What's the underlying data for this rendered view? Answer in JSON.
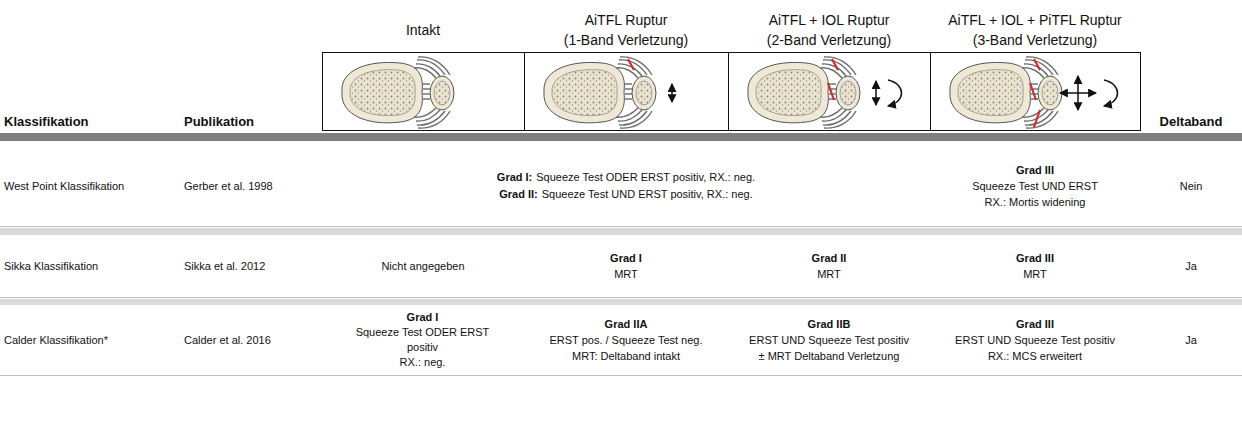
{
  "diagram": {
    "labels": [
      "Intakt",
      "AiTFL Ruptur",
      "(1-Band Verletzung)",
      "AiTFL + IOL Ruptur",
      "(2-Band Verletzung)",
      "AiTFL + IOL + PiTFL Ruptur",
      "(3-Band Verletzung)",
      "Klassifikation",
      "Publikation",
      "Deltaband",
      "West Point Klassifikation",
      "Gerber et al. 1998",
      "Grad I:",
      "Squeeze Test ODER ERST positiv, RX.: neg.",
      "Grad II:",
      "Squeeze Test UND ERST positiv, RX.: neg.",
      "Grad III",
      "Squeeze Test UND ERST",
      "RX.: Mortis widening",
      "Nein",
      "Sikka Klassifikation",
      "Sikka et al. 2012",
      "Nicht angegeben",
      "Grad I",
      "MRT",
      "Grad II",
      "MRT",
      "Grad III",
      "MRT",
      "Ja",
      "Calder Klassifikation*",
      "Calder et al. 2016",
      "Grad I",
      "Squeeze Test ODER ERST positiv",
      "RX.: neg.",
      "Grad IIA",
      "ERST pos. / Squeeze Test neg.",
      "MRT: Deltaband intakt",
      "Grad IIB",
      "ERST UND Squeeze Test positiv",
      "± MRT Deltaband Verletzung",
      "Grad III",
      "ERST UND Squeeze Test positiv",
      "RX.: MCS erweitert",
      "Ja"
    ]
  }
}
